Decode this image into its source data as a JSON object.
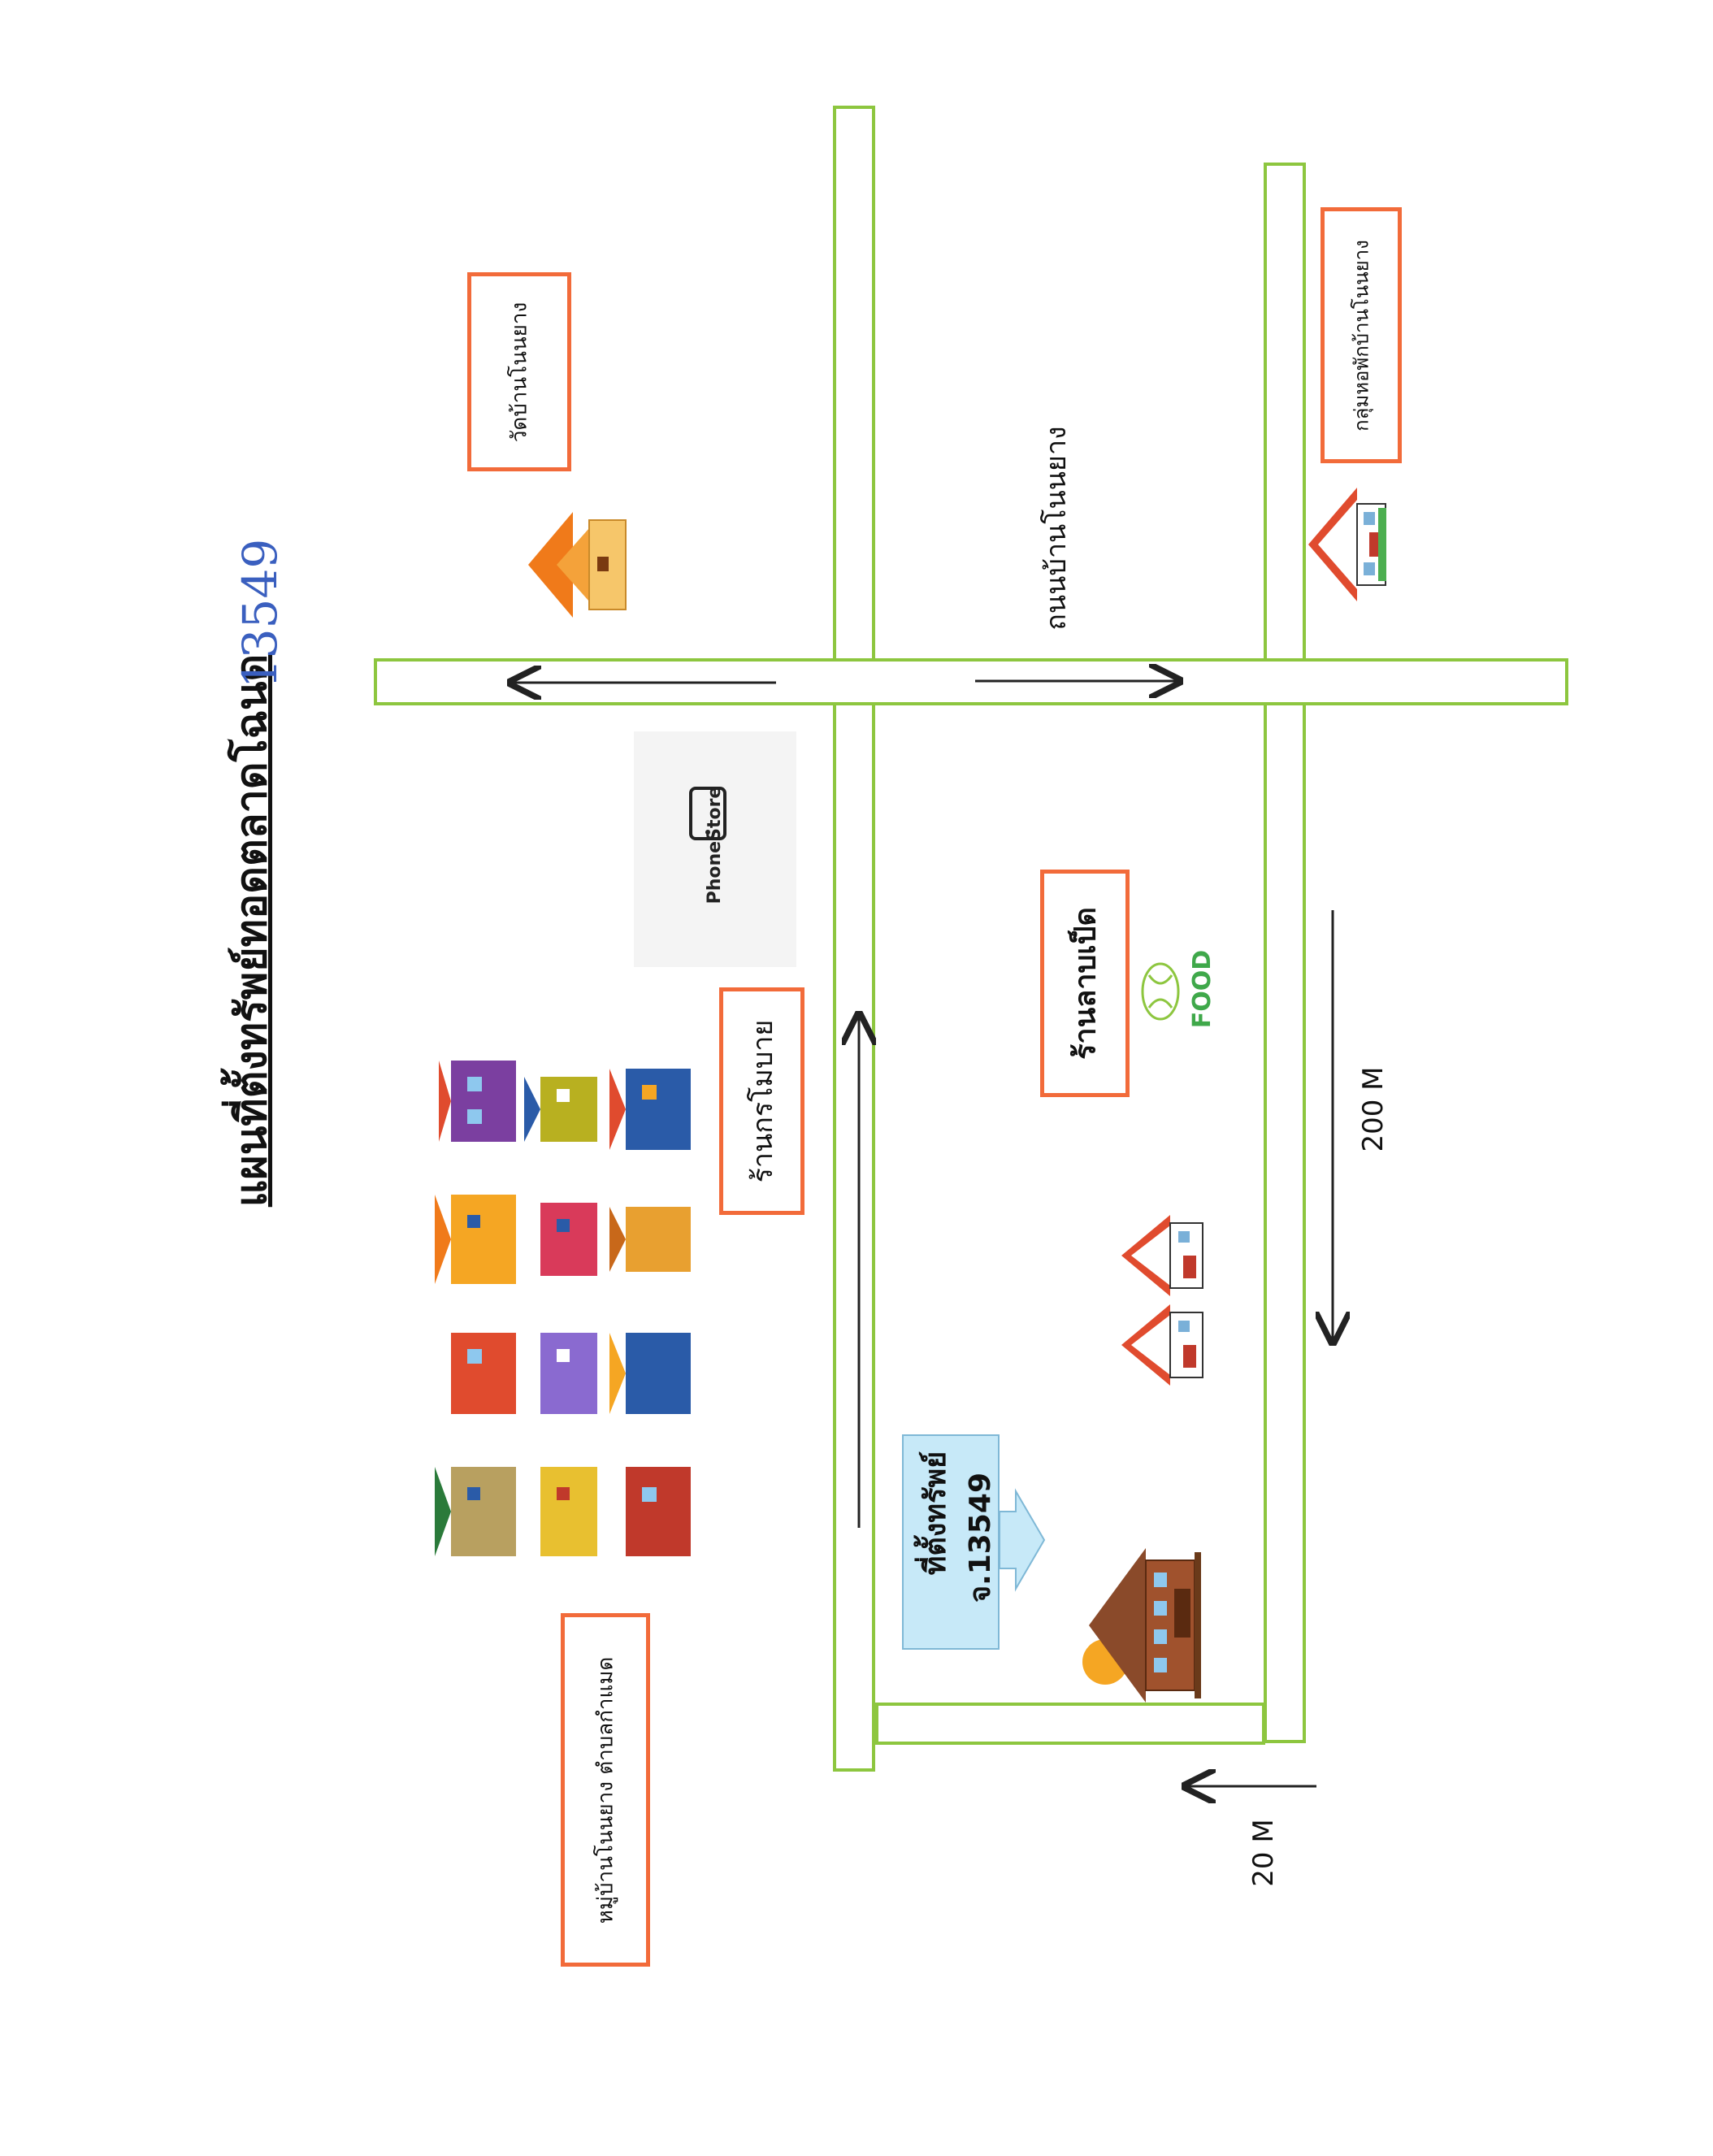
{
  "title": "แผนที่ตั้งทรัพย์ทอดตลาดโฉนด",
  "handwritten_number": "13549",
  "roads": {
    "road_name": "ถนนบ้านโนนยาง"
  },
  "landmarks": {
    "temple": "วัดบ้านโนนยาง",
    "village_group": "กลุ่มหอพักบ้านโนนยาง",
    "village": "หมู่บ้านโนนยาง ตำบลกำแมด",
    "shop_phone": "ร้านกรโมบาย",
    "shop_food": "ร้านลาบเป็ด",
    "phone_logo": "PhoneStore",
    "food_logo": "FOOD"
  },
  "property": {
    "line1": "ที่ตั้งทรัพย์",
    "line2": "จ.13549"
  },
  "distances": {
    "main_road": "200 M",
    "side": "20 M"
  },
  "colors": {
    "road_border": "#8dc63f",
    "label_border": "#f26b3a",
    "property_box": "#c7e9f8"
  }
}
